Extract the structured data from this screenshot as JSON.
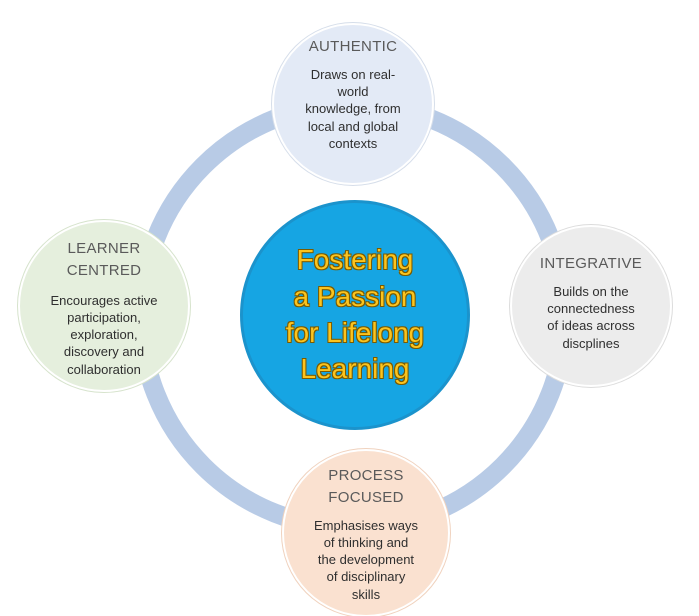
{
  "center": {
    "title": "Fostering\na Passion\nfor Lifelong\nLearning"
  },
  "nodes": {
    "authentic": {
      "title": "AUTHENTIC",
      "description": "Draws on real-\nworld\nknowledge, from\nlocal and global\ncontexts"
    },
    "integrative": {
      "title": "INTEGRATIVE",
      "description": "Builds on the\nconnectedness\nof ideas across\ndiscplines"
    },
    "learner_centred": {
      "title": "LEARNER\nCENTRED",
      "description": "Encourages active\nparticipation,\nexploration,\ndiscovery and\ncollaboration"
    },
    "process_focused": {
      "title": "PROCESS\nFOCUSED",
      "description": "Emphasises ways\nof thinking and\nthe development\nof disciplinary\nskills"
    }
  },
  "colors": {
    "ring": "#b8cbe6",
    "center_fill": "#16a5e3",
    "center_text": "#fcc41e",
    "authentic_fill": "#e3eaf6",
    "integrative_fill": "#ececec",
    "learner_centred_fill": "#e5efdd",
    "process_focused_fill": "#fae1d0"
  }
}
